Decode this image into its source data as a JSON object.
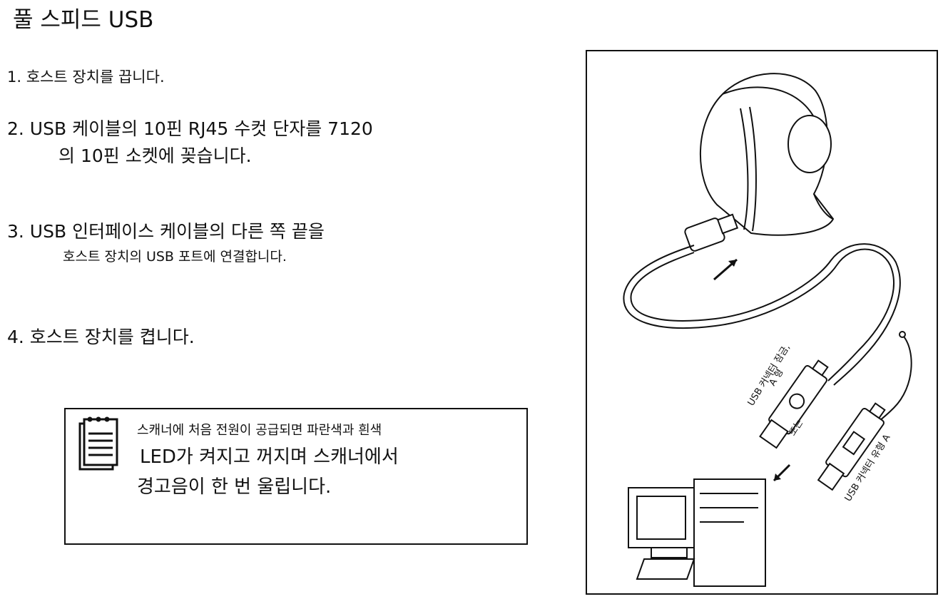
{
  "title": "풀 스피드 USB",
  "steps": {
    "s1": {
      "line1": "1. 호스트 장치를 끕니다."
    },
    "s2": {
      "line1": "2. USB 케이블의 10핀 RJ45 수컷 단자를 7120",
      "line2": "의 10핀 소켓에 꽂습니다."
    },
    "s3": {
      "line1": "3. USB 인터페이스 케이블의 다른 쪽 끝을",
      "line2": "호스트 장치의 USB 포트에 연결합니다."
    },
    "s4": {
      "line1": "4. 호스트 장치를 켭니다."
    }
  },
  "note": {
    "icon": "notepad-icon",
    "line1": "스캐너에 처음 전원이 공급되면 파란색과 흰색",
    "line2": "LED가 켜지고 꺼지며 스캐너에서",
    "line3": "경고음이 한 번 울립니다."
  },
  "figure": {
    "label_type_a_lock_1": "USB 커넥터 잠금,",
    "label_type_a_lock_2": "A 형",
    "label_or": "또는",
    "label_type_a": "USB 커넥터 유형 A"
  }
}
